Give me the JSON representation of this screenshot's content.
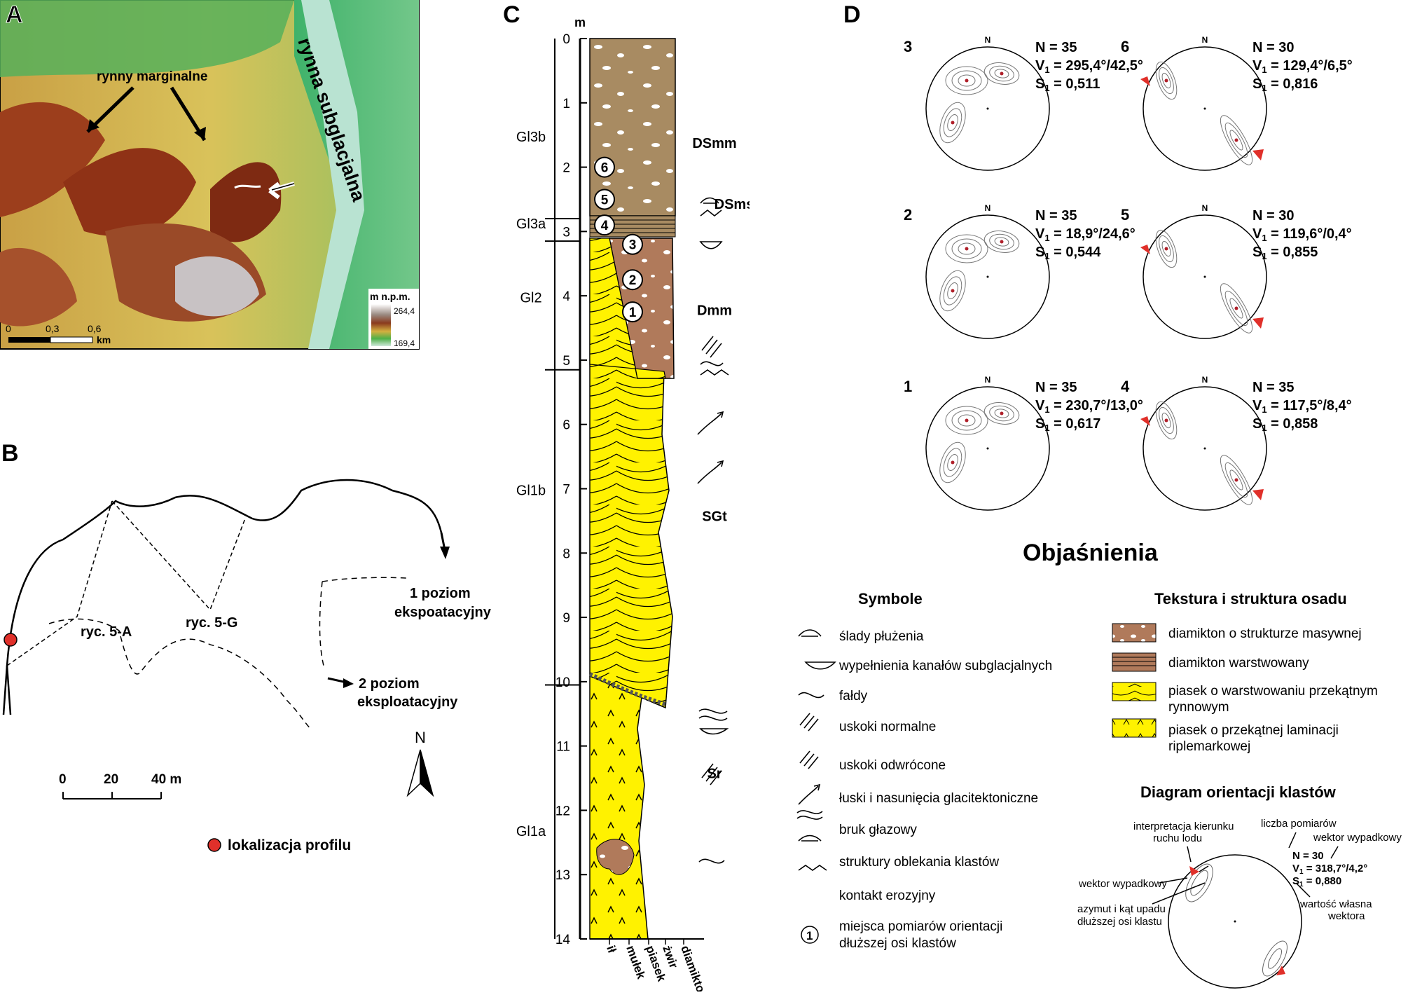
{
  "panels": {
    "a": "A",
    "b": "B",
    "c": "C",
    "d": "D"
  },
  "map": {
    "label_marginal": "rynny marginalne",
    "label_subglacial": "rynna subglacjalna",
    "scale_ticks": [
      "0",
      "0,3",
      "0,6"
    ],
    "scale_unit": "km",
    "legend_title": "m n.p.m.",
    "legend_max": "264,4",
    "legend_min": "169,4"
  },
  "site": {
    "level1_a": "1 poziom",
    "level1_b": "ekspoatacyjny",
    "level2_a": "2 poziom",
    "level2_b": "eksploatacyjny",
    "fig_a": "ryc. 5-A",
    "fig_g": "ryc. 5-G",
    "scale_ticks": [
      "0",
      "20",
      "40 m"
    ],
    "north": "N",
    "location_label": "lokalizacja profilu"
  },
  "profile": {
    "unit": "m",
    "depths": [
      "0",
      "1",
      "2",
      "3",
      "4",
      "5",
      "6",
      "7",
      "8",
      "9",
      "10",
      "11",
      "12",
      "13",
      "14"
    ],
    "units": [
      {
        "name": "Gl3b",
        "depth": 1.6
      },
      {
        "name": "Gl3a",
        "depth": 2.95
      },
      {
        "name": "Gl2",
        "depth": 4.1
      },
      {
        "name": "Gl1b",
        "depth": 7.1
      },
      {
        "name": "Gl1a",
        "depth": 12.4
      }
    ],
    "facies": [
      {
        "name": "DSmm",
        "depth": 1.7
      },
      {
        "name": "DSms",
        "depth": 2.65
      },
      {
        "name": "Dmm",
        "depth": 4.3
      },
      {
        "name": "SGt",
        "depth": 7.5
      },
      {
        "name": "Sr",
        "depth": 11.5
      }
    ],
    "grain": [
      "ił",
      "mułek",
      "piasek",
      "żwir",
      "diamikton"
    ],
    "sites": [
      {
        "n": "6",
        "depth": 2.0
      },
      {
        "n": "5",
        "depth": 2.5
      },
      {
        "n": "4",
        "depth": 2.9
      },
      {
        "n": "3",
        "depth": 3.2
      },
      {
        "n": "2",
        "depth": 3.75
      },
      {
        "n": "1",
        "depth": 4.25
      }
    ]
  },
  "fabric": [
    {
      "id": "3",
      "N": "N = 35",
      "V": "295,4°/42,5°",
      "S": "0,511",
      "north": "N"
    },
    {
      "id": "6",
      "N": "N = 30",
      "V": "129,4°/6,5°",
      "S": "0,816",
      "north": "N"
    },
    {
      "id": "2",
      "N": "N = 35",
      "V": "18,9°/24,6°",
      "S": "0,544",
      "north": "N"
    },
    {
      "id": "5",
      "N": "N = 30",
      "V": "119,6°/0,4°",
      "S": "0,855",
      "north": "N"
    },
    {
      "id": "1",
      "N": "N = 35",
      "V": "230,7°/13,0°",
      "S": "0,617",
      "north": "N"
    },
    {
      "id": "4",
      "N": "N = 35",
      "V": "117,5°/8,4°",
      "S": "0,858",
      "north": "N"
    }
  ],
  "legend": {
    "title": "Objaśnienia",
    "symbols_title": "Symbole",
    "symbols": [
      "ślady płużenia",
      "wypełnienia kanałów subglacjalnych",
      "fałdy",
      "uskoki normalne",
      "uskoki odwrócone",
      "łuski i nasunięcia glacitektoniczne",
      "bruk głazowy",
      "struktury oblekania klastów",
      "kontakt erozyjny",
      "miejsca pomiarów orientacji",
      "dłuższej osi klastów"
    ],
    "site_symbol": "1",
    "texture_title": "Tekstura i struktura osadu",
    "textures": [
      "diamikton o strukturze masywnej",
      "diamikton warstwowany",
      "piasek o warstwowaniu przekątnym",
      "rynnowym",
      "piasek o przekątnej laminacji",
      "riplemarkowej"
    ],
    "diagram_title": "Diagram orientacji klastów",
    "diagram_labels": [
      "interpretacja kierunku",
      "ruchu lodu",
      "liczba pomiarów",
      "wektor wypadkowy",
      "wektor wypadkowy",
      "azymut i kąt upadu",
      "dłuższej osi klastu",
      "wartość własna",
      "wektora"
    ],
    "diagram_values": {
      "N": "N = 30",
      "V": "318,7°/4,2°",
      "S": "0,880"
    },
    "sym_V": "V",
    "sym_S": "S",
    "sub1": "1"
  },
  "colors": {
    "diamicton": "#b07a5b",
    "stratified": "#a88b62",
    "sand": "#fff200",
    "red": "#e0302a"
  }
}
